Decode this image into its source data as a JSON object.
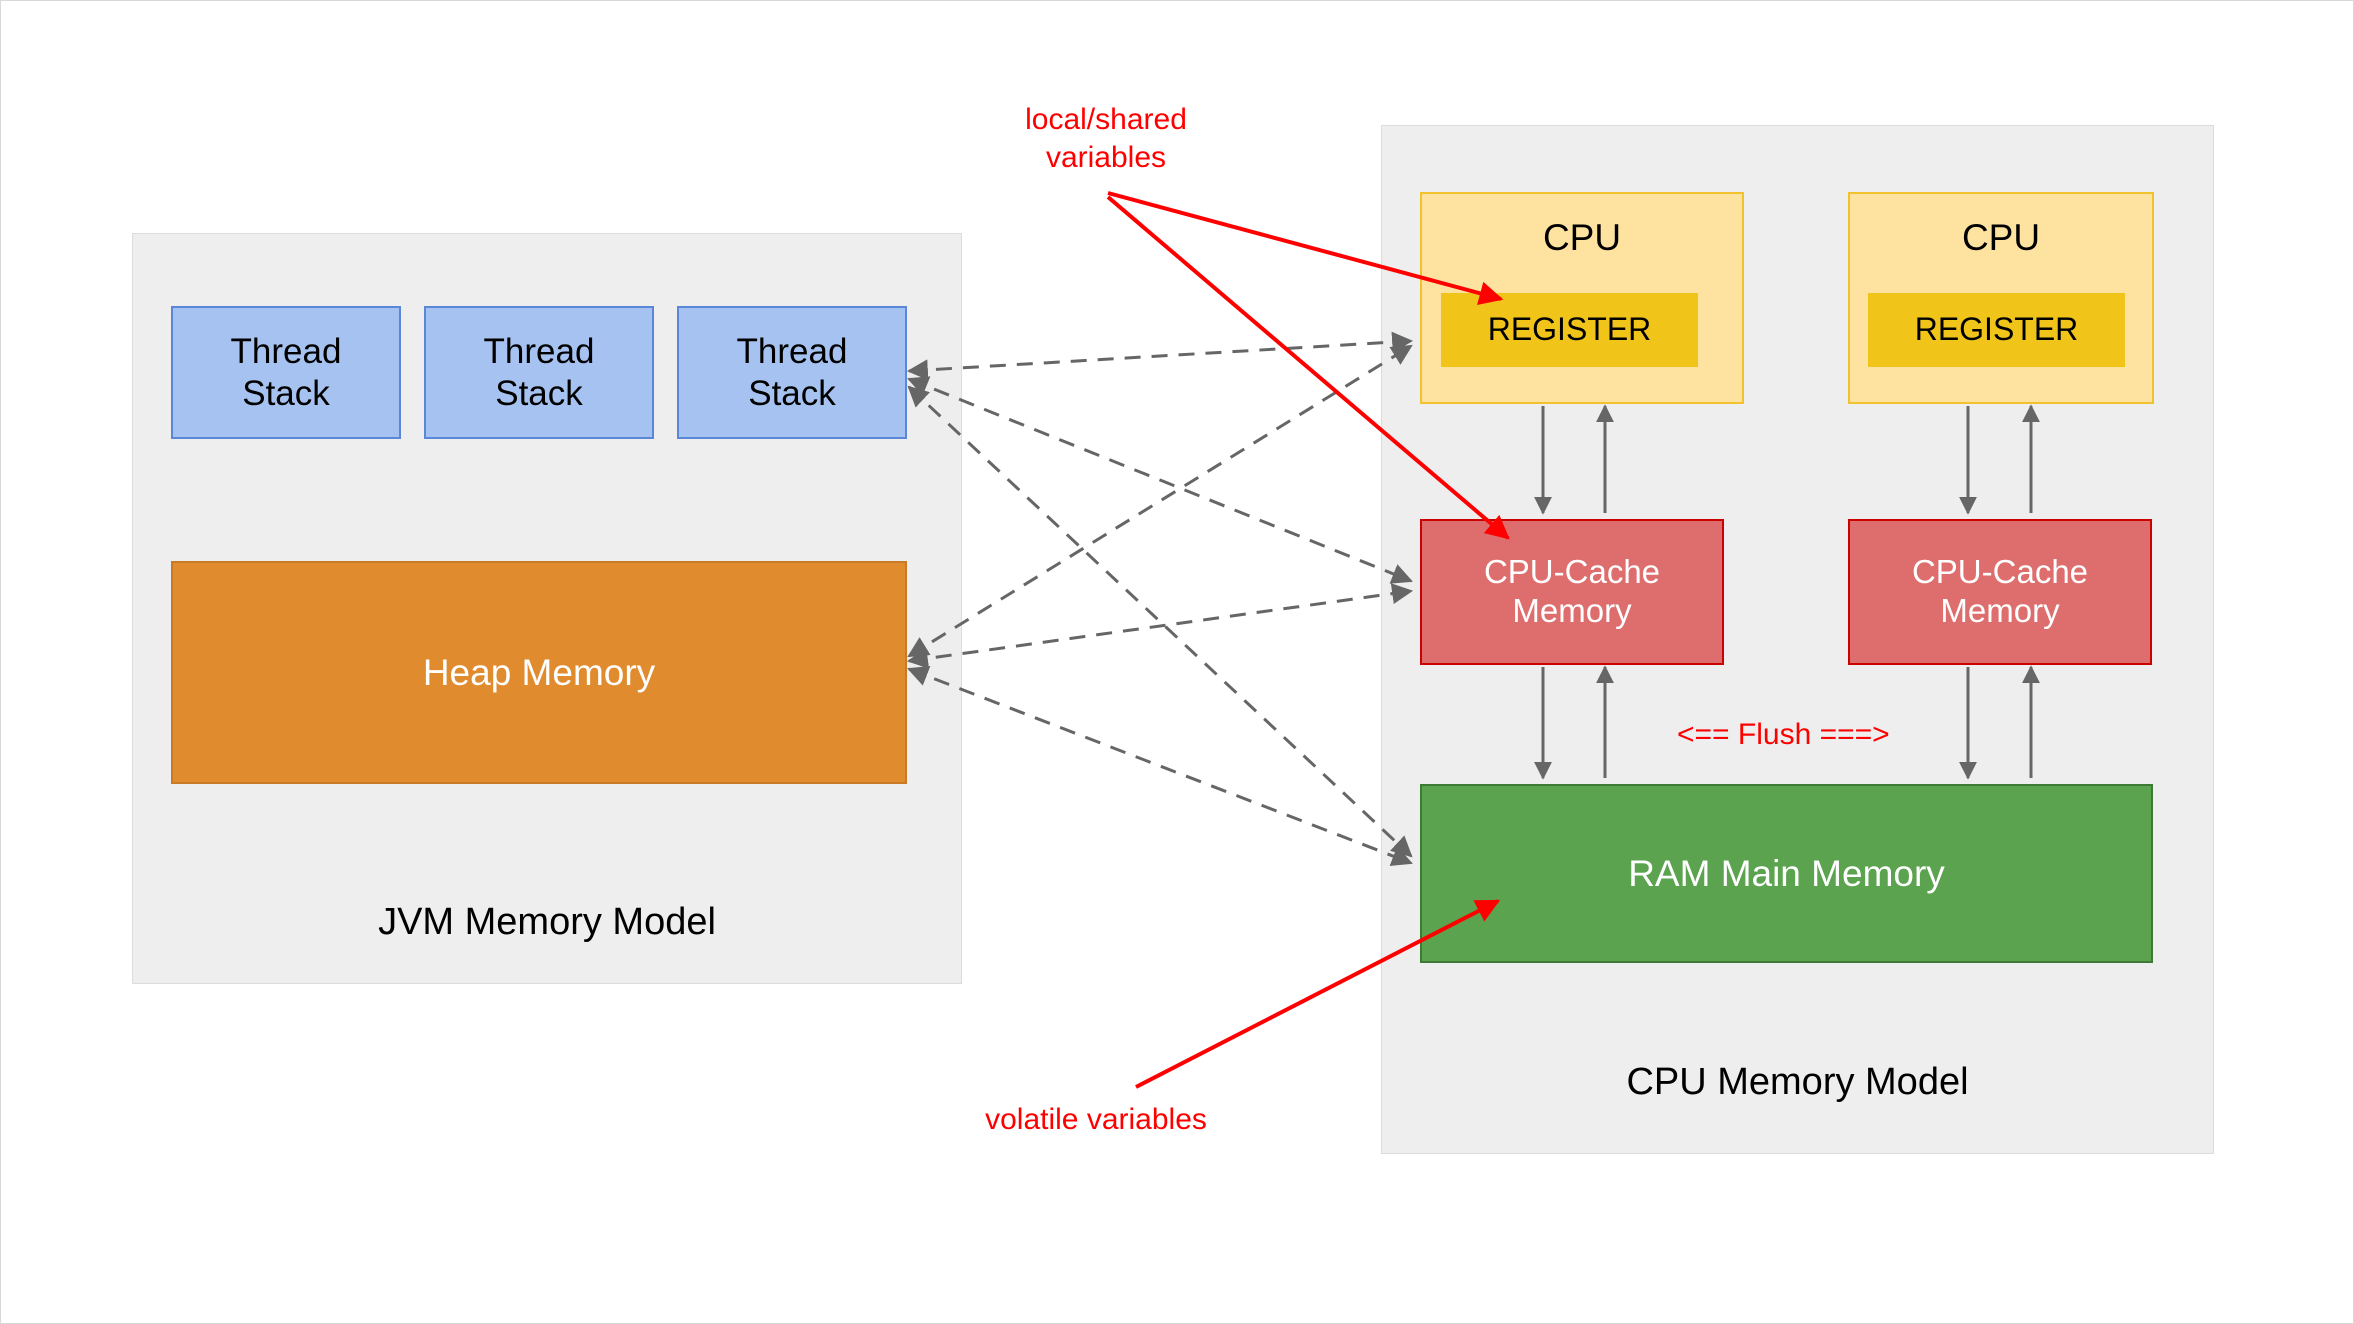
{
  "diagram": {
    "title": "JVM Memory Model and CPU Memory Model",
    "colors": {
      "group_background": "#eeeeee",
      "thread_stack_fill": "#a5c2f0",
      "thread_stack_border": "#5b87d8",
      "heap_fill": "#e08b2e",
      "cpu_fill": "#fde2a0",
      "cpu_border": "#f2c12e",
      "register_fill": "#f0c419",
      "cache_fill": "#de6e6e",
      "cache_border": "#cc0000",
      "ram_fill": "#5ba34e",
      "ram_border": "#3d7a33",
      "annotation_red": "#ff0000",
      "dashed_arrow_gray": "#666666",
      "solid_arrow_gray": "#666666"
    }
  },
  "jvm_group": {
    "title": "JVM Memory Model",
    "thread_stacks": [
      {
        "label": "Thread\nStack"
      },
      {
        "label": "Thread\nStack"
      },
      {
        "label": "Thread\nStack"
      }
    ],
    "heap": {
      "label": "Heap Memory"
    }
  },
  "cpu_group": {
    "title": "CPU Memory Model",
    "cpus": [
      {
        "label": "CPU",
        "register": {
          "label": "REGISTER"
        },
        "cache": {
          "label": "CPU-Cache\nMemory"
        }
      },
      {
        "label": "CPU",
        "register": {
          "label": "REGISTER"
        },
        "cache": {
          "label": "CPU-Cache\nMemory"
        }
      }
    ],
    "ram": {
      "label": "RAM Main Memory"
    },
    "flush_label": "<== Flush ===>"
  },
  "annotations": [
    {
      "name": "local-shared-variables",
      "label": "local/shared\nvariables"
    },
    {
      "name": "volatile-variables",
      "label": "volatile variables"
    }
  ]
}
